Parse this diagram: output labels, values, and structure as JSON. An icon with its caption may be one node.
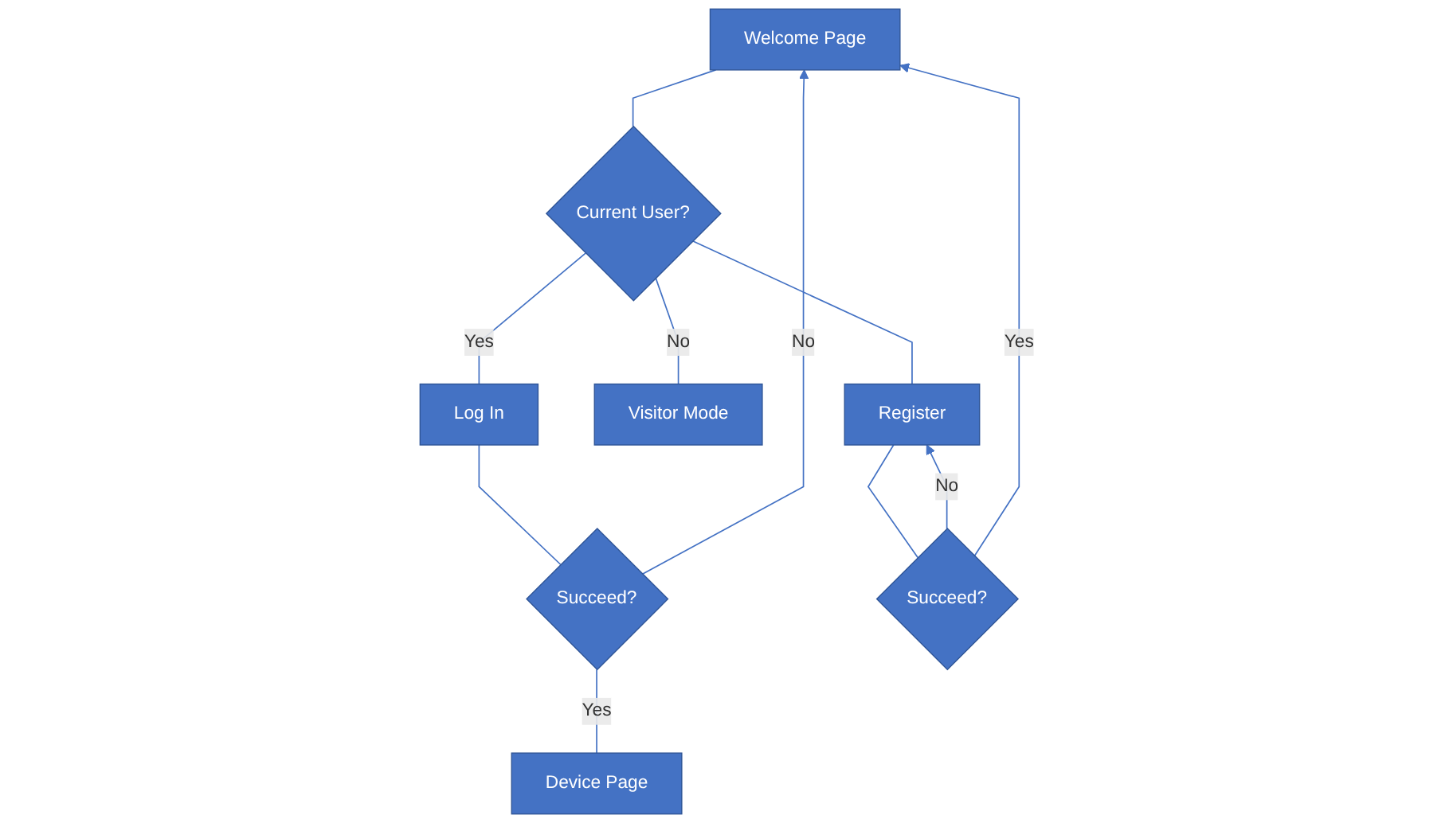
{
  "diagram": {
    "nodes": [
      {
        "text": [
          "Welcome Page"
        ]
      },
      {
        "text": [
          "Current User?"
        ]
      },
      {
        "text": [
          "Log In"
        ]
      },
      {
        "text": [
          "Visitor Mode"
        ]
      },
      {
        "text": [
          "Register"
        ]
      },
      {
        "text": [
          "Succeed?"
        ]
      },
      {
        "text": [
          "Succeed?"
        ]
      },
      {
        "text": [
          "Device Page"
        ]
      }
    ],
    "edges": [
      {
        "from": 0,
        "to": 1,
        "arrow": "none"
      },
      {
        "from": 1,
        "to": 2,
        "arrow": "none",
        "label": "Yes"
      },
      {
        "from": 1,
        "to": 3,
        "arrow": "none",
        "label": "No"
      },
      {
        "from": 1,
        "to": 4,
        "arrow": "none"
      },
      {
        "from": 2,
        "to": 5,
        "arrow": "none"
      },
      {
        "from": 5,
        "to": 0,
        "arrow": "to",
        "label": "No"
      },
      {
        "from": 5,
        "to": 7,
        "arrow": "none",
        "label": "Yes"
      },
      {
        "from": 4,
        "to": 6,
        "arrow": "none"
      },
      {
        "from": 6,
        "to": 4,
        "arrow": "to",
        "label": "No"
      },
      {
        "from": 6,
        "to": 0,
        "arrow": "to",
        "label": "Yes"
      }
    ]
  }
}
